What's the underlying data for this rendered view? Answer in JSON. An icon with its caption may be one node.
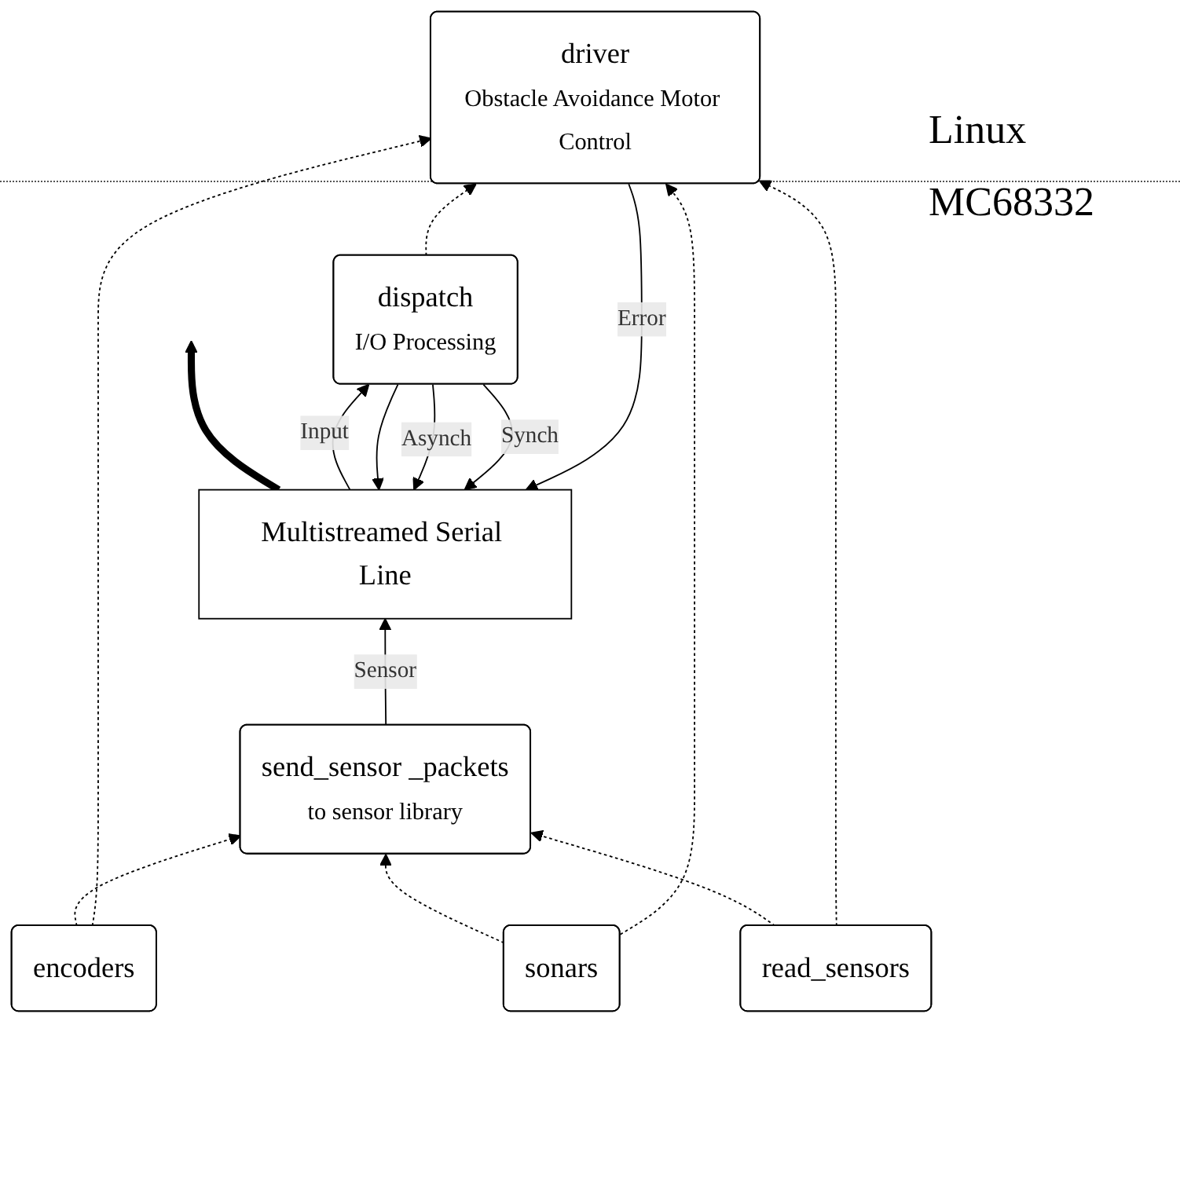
{
  "diagram": {
    "nodes": [
      {
        "text": [
          "Multistreamed Serial Line"
        ]
      },
      {
        "text": [
          "send_sensor _packets",
          "to sensor library"
        ]
      },
      {
        "text": [
          "dispatch",
          "I/O Processing"
        ]
      },
      {
        "text": [
          "driver",
          "Obstacle Avoidance Motor Control"
        ]
      },
      {
        "text": [
          "encoders"
        ]
      },
      {
        "text": [
          "sonars"
        ]
      },
      {
        "text": [
          "read_sensors"
        ]
      }
    ],
    "edges": [
      {
        "from": 0,
        "to": null,
        "arrow": "to",
        "style": "thick"
      },
      {
        "from": 1,
        "to": 0,
        "arrow": "to",
        "label": "Sensor"
      },
      {
        "from": 3,
        "to": 0,
        "arrow": "to",
        "label": "Error"
      },
      {
        "from": 2,
        "to": 0,
        "arrow": "to"
      },
      {
        "from": 2,
        "to": 0,
        "arrow": "to",
        "label": "Asynch"
      },
      {
        "from": 2,
        "to": 0,
        "arrow": "to",
        "label": "Synch"
      },
      {
        "from": 0,
        "to": 2,
        "arrow": "to",
        "label": "Input"
      },
      {
        "from": 2,
        "to": 3,
        "arrow": "to",
        "style": "dashed"
      },
      {
        "from": 4,
        "to": 1,
        "arrow": "to",
        "style": "dashed"
      },
      {
        "from": 5,
        "to": 1,
        "arrow": "to",
        "style": "dashed"
      },
      {
        "from": 6,
        "to": 1,
        "arrow": "to",
        "style": "dashed"
      },
      {
        "from": 4,
        "to": 3,
        "arrow": "to",
        "style": "dashed"
      },
      {
        "from": 5,
        "to": 3,
        "arrow": "to",
        "style": "dashed"
      },
      {
        "from": 6,
        "to": 3,
        "arrow": "to",
        "style": "dashed"
      }
    ],
    "labels": [
      "Linux",
      "MC68332"
    ]
  }
}
